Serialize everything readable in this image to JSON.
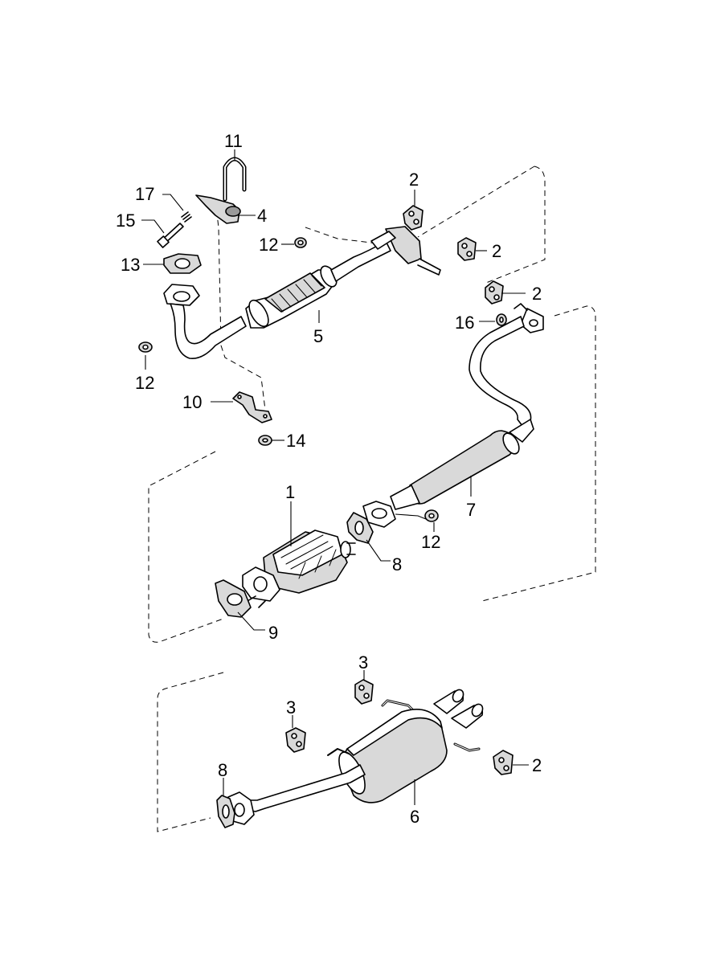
{
  "callouts": {
    "c11": "11",
    "c17": "17",
    "c4": "4",
    "c15": "15",
    "c13": "13",
    "c12_top": "12",
    "c12_left": "12",
    "c5": "5",
    "c2_a": "2",
    "c2_b": "2",
    "c2_c": "2",
    "c16": "16",
    "c10": "10",
    "c14": "14",
    "c1": "1",
    "c7": "7",
    "c12_mid": "12",
    "c8_mid": "8",
    "c9": "9",
    "c3_a": "3",
    "c3_b": "3",
    "c2_d": "2",
    "c8_low": "8",
    "c6": "6"
  },
  "parts": [
    {
      "id": "1",
      "name": "catalytic-converter"
    },
    {
      "id": "2",
      "name": "rubber-mount"
    },
    {
      "id": "3",
      "name": "rubber-mount"
    },
    {
      "id": "4",
      "name": "heat-shield-bracket"
    },
    {
      "id": "5",
      "name": "front-pipe"
    },
    {
      "id": "6",
      "name": "rear-muffler"
    },
    {
      "id": "7",
      "name": "center-pipe-resonator"
    },
    {
      "id": "8",
      "name": "gasket"
    },
    {
      "id": "9",
      "name": "gasket"
    },
    {
      "id": "10",
      "name": "bracket"
    },
    {
      "id": "11",
      "name": "u-bolt"
    },
    {
      "id": "12",
      "name": "nut"
    },
    {
      "id": "13",
      "name": "gasket"
    },
    {
      "id": "14",
      "name": "nut"
    },
    {
      "id": "15",
      "name": "bolt"
    },
    {
      "id": "16",
      "name": "washer"
    },
    {
      "id": "17",
      "name": "spring"
    }
  ]
}
